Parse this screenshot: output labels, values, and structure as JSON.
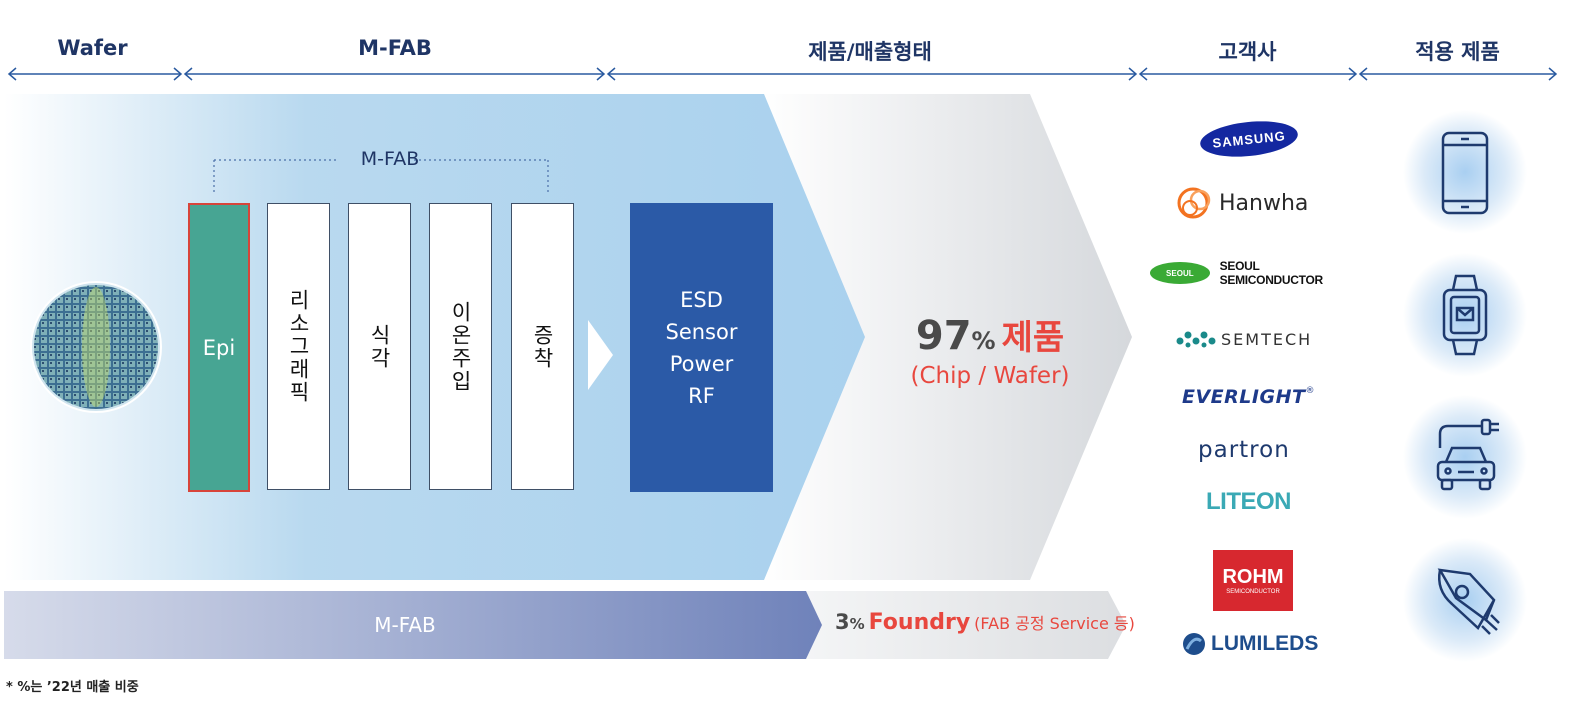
{
  "headers": {
    "wafer": "Wafer",
    "mfab": "M-FAB",
    "product_type": "제품/매출형태",
    "customers": "고객사",
    "applications": "적용 제품"
  },
  "process": {
    "group_label": "M-FAB",
    "steps": [
      {
        "label": "Epi"
      },
      {
        "label": "리소그래픽"
      },
      {
        "label": "식각"
      },
      {
        "label": "이온주입"
      },
      {
        "label": "증착"
      }
    ]
  },
  "products": [
    "ESD",
    "Sensor",
    "Power",
    "RF"
  ],
  "product_share": {
    "number": "97",
    "unit": "%",
    "word": "제품",
    "sub": "(Chip / Wafer)"
  },
  "foundry_bar": {
    "label": "M-FAB",
    "number": "3",
    "unit": "%",
    "word": "Foundry",
    "note": "(FAB 공정 Service 등)"
  },
  "customers": [
    {
      "name": "SAMSUNG",
      "color": "#1428a0"
    },
    {
      "name": "Hanwha",
      "color": "#f37321"
    },
    {
      "name": "SEOUL",
      "extra": "SEOUL SEMICONDUCTOR",
      "color": "#3aaa35"
    },
    {
      "name": "SEMTECH",
      "color": "#1a8a8a"
    },
    {
      "name": "EVERLIGHT",
      "mark": "®",
      "color": "#1e3a8a"
    },
    {
      "name": "partron",
      "color": "#1e3a6e"
    },
    {
      "name": "LITEON",
      "color": "#3aa9b5"
    },
    {
      "name": "ROHM",
      "sub": "SEMICONDUCTOR",
      "color": "#d7282f"
    },
    {
      "name": "LUMILEDS",
      "color": "#1e4d8c"
    }
  ],
  "applications": [
    "smartphone-icon",
    "smartwatch-icon",
    "electric-car-icon",
    "rocket-icon"
  ],
  "footnote": "* %는 ’22년 매출 비중",
  "colors": {
    "navy": "#1f3565",
    "epi_green": "#47a593",
    "product_blue": "#2b5aa7",
    "accent_red": "#e8473e"
  }
}
